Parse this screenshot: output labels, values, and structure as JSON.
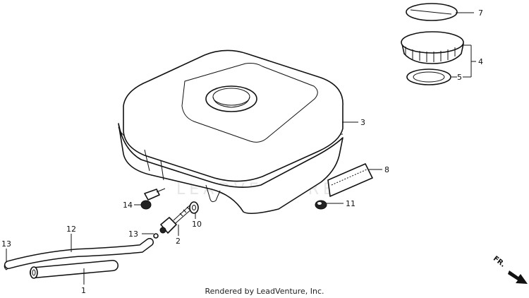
{
  "callouts": [
    {
      "id": "1",
      "text": "1"
    },
    {
      "id": "2",
      "text": "2"
    },
    {
      "id": "3",
      "text": "3"
    },
    {
      "id": "4",
      "text": "4"
    },
    {
      "id": "5",
      "text": "5"
    },
    {
      "id": "7",
      "text": "7"
    },
    {
      "id": "8",
      "text": "8"
    },
    {
      "id": "10",
      "text": "10"
    },
    {
      "id": "11",
      "text": "11"
    },
    {
      "id": "12",
      "text": "12"
    },
    {
      "id": "13a",
      "text": "13"
    },
    {
      "id": "13b",
      "text": "13"
    },
    {
      "id": "14",
      "text": "14"
    }
  ],
  "watermark": "LEADVENTURE",
  "direction_label": "FR.",
  "footer": "Rendered by LeadVenture, Inc."
}
